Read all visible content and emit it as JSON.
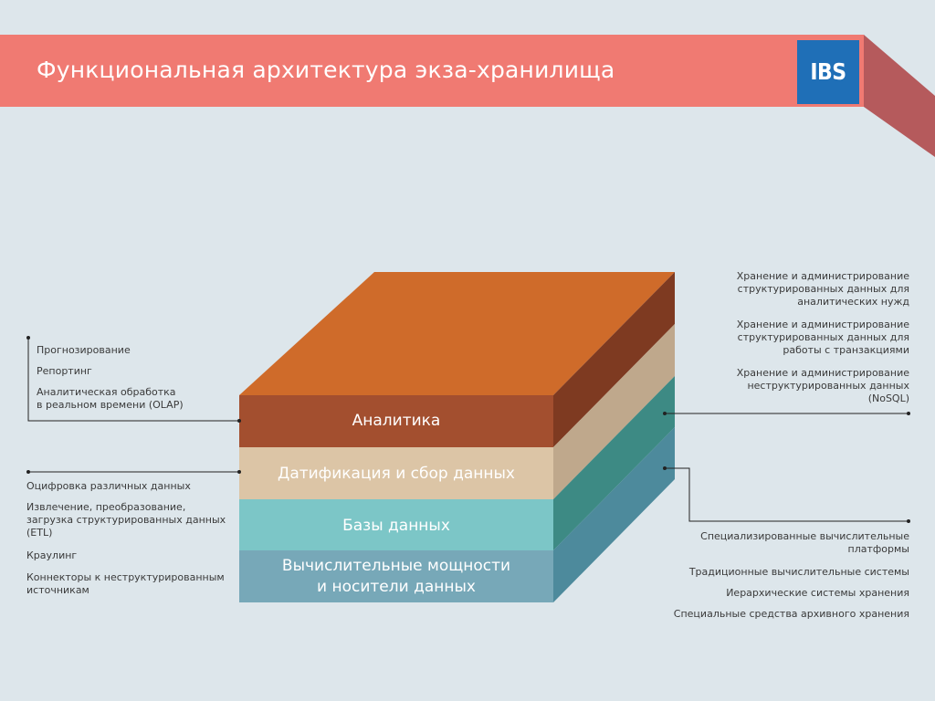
{
  "title": "Функциональная архитектура экза-хранилища",
  "logo": {
    "text": "IBS"
  },
  "colors": {
    "banner": "#f07a72",
    "banner_fold": "#b55a5c",
    "background": "#dde6eb",
    "logo": "#1f6fb7"
  },
  "layers": [
    {
      "label": "Аналитика",
      "front": "#a34f2f",
      "side": "#7e3a21"
    },
    {
      "label": "Датификация и сбор данных",
      "front": "#dcc5a6",
      "side": "#bfa88c"
    },
    {
      "label": "Базы данных",
      "front": "#7cc6c7",
      "side": "#3d8a84"
    },
    {
      "label_lines": [
        "Вычислительные мощности",
        "и носители данных"
      ],
      "front": "#77a8b8",
      "side": "#4d8a9c"
    }
  ],
  "cube_top_color": "#cf6b2a",
  "left_notes": {
    "group1": [
      {
        "lines": [
          "Прогнозирование"
        ]
      },
      {
        "lines": [
          "Репортинг"
        ]
      },
      {
        "lines": [
          "Аналитическая обработка",
          "в реальном времени (OLAP)"
        ]
      }
    ],
    "group2": [
      {
        "lines": [
          "Оцифровка различных данных"
        ]
      },
      {
        "lines": [
          "Извлечение, преобразование,",
          "загрузка структурированных данных",
          "(ETL)"
        ]
      },
      {
        "lines": [
          "Краулинг"
        ]
      },
      {
        "lines": [
          "Коннекторы к неструктурированным",
          "источникам"
        ]
      }
    ]
  },
  "right_notes": {
    "group1": [
      {
        "lines": [
          "Хранение и администрирование",
          "структурированных данных для",
          "аналитических нужд"
        ]
      },
      {
        "lines": [
          "Хранение и администрирование",
          "структурированных данных для",
          "работы с транзакциями"
        ]
      },
      {
        "lines": [
          "Хранение и администрирование",
          "неструктурированных данных",
          "(NoSQL)"
        ]
      }
    ],
    "group2": [
      {
        "lines": [
          "Специализированные вычислительные",
          "платформы"
        ]
      },
      {
        "lines": [
          "Традиционные вычислительные системы"
        ]
      },
      {
        "lines": [
          "Иерархические системы хранения"
        ]
      },
      {
        "lines": [
          "Специальные средства архивного хранения"
        ]
      }
    ]
  }
}
